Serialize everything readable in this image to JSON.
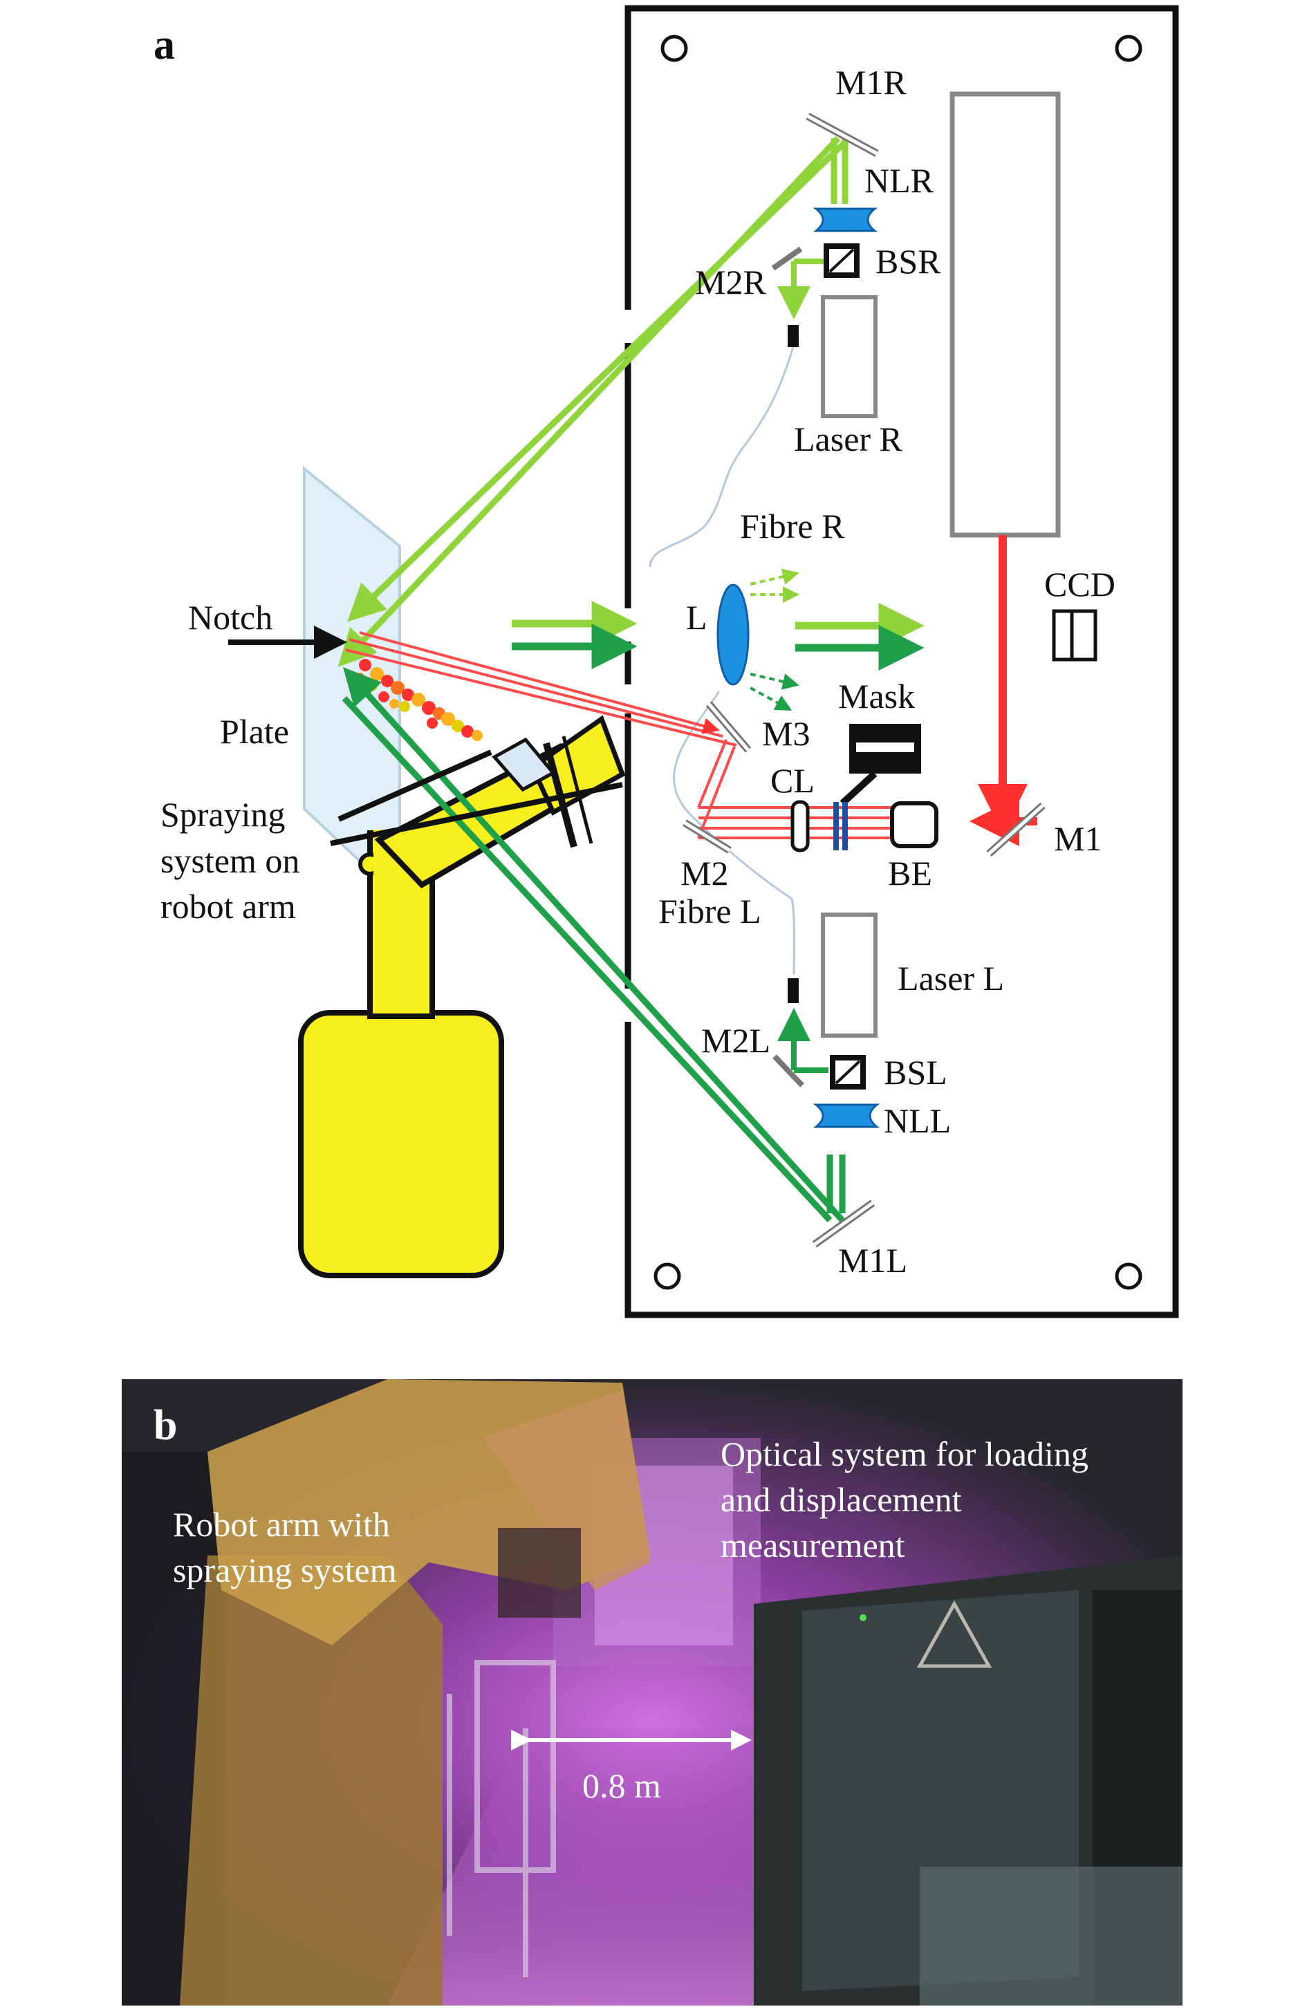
{
  "panel_a": {
    "panel_label": "a",
    "labels": {
      "m1r": "M1R",
      "nlr": "NLR",
      "bsr": "BSR",
      "m2r": "M2R",
      "laser_r": "Laser R",
      "fibre_r": "Fibre R",
      "ccd": "CCD",
      "notch": "Notch",
      "l": "L",
      "mask": "Mask",
      "plate": "Plate",
      "m3": "M3",
      "cl": "CL",
      "spraying_1": "Spraying",
      "spraying_2": "system on",
      "spraying_3": "robot arm",
      "m1": "M1",
      "m2": "M2",
      "be": "BE",
      "fibre_l": "Fibre L",
      "laser_l": "Laser L",
      "m2l": "M2L",
      "bsl": "BSL",
      "nll": "NLL",
      "m1l": "M1L"
    },
    "colors": {
      "green_light": "#8fd43a",
      "green_dark": "#1fa049",
      "red_beam": "#ff3030",
      "lens_blue": "#1e90e0",
      "robot_yellow": "#f7ee1e",
      "plate_blue": "#dcecf7"
    }
  },
  "panel_b": {
    "panel_label": "b",
    "robot_label_1": "Robot arm with",
    "robot_label_2": "spraying system",
    "optical_label_1": "Optical system for loading",
    "optical_label_2": "and displacement",
    "optical_label_3": "measurement",
    "distance": "0.8 m"
  }
}
